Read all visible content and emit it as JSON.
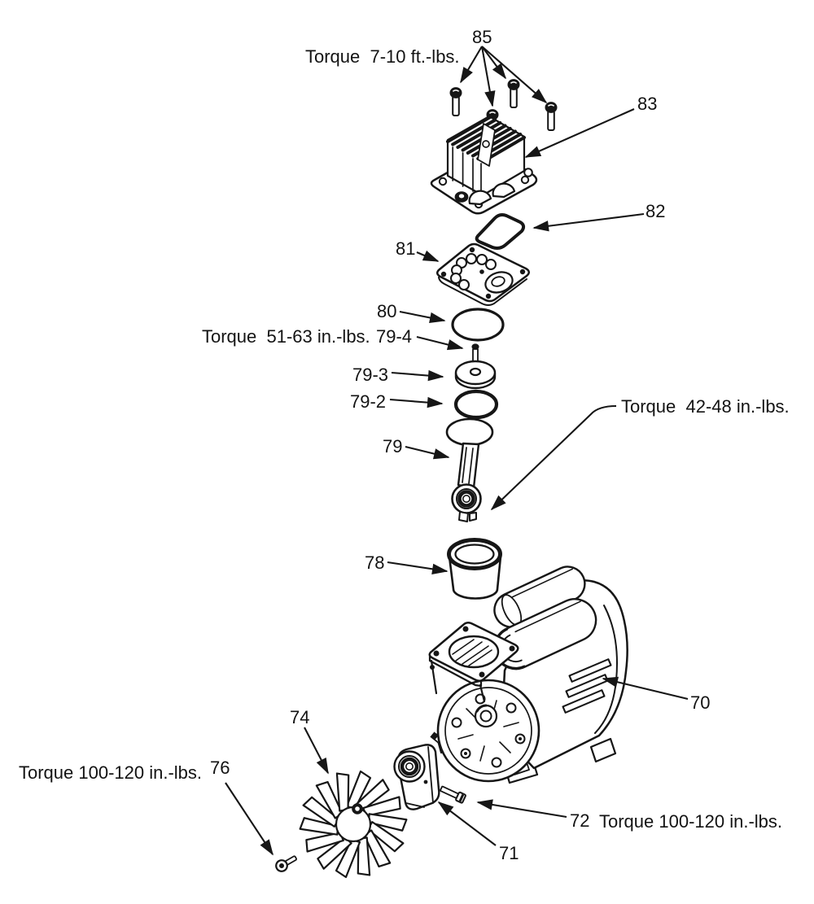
{
  "figure": {
    "colors": {
      "ink": "#161616",
      "paper": "#ffffff"
    }
  },
  "callouts": {
    "c85": "85",
    "c83": "83",
    "c82": "82",
    "c81": "81",
    "c80": "80",
    "c79_4": "79-4",
    "c79_3": "79-3",
    "c79_2": "79-2",
    "c79": "79",
    "c78": "78",
    "c70": "70",
    "c74": "74",
    "c76": "76",
    "c72": "72",
    "c71": "71"
  },
  "annotations": {
    "torque_head": "Torque  7-10 ft.-lbs.",
    "torque_valve": "Torque  51-63 in.-lbs.",
    "torque_rod": "Torque  42-48 in.-lbs.",
    "torque_fan": "Torque 100-120 in.-lbs.",
    "torque_eccentric": "Torque 100-120 in.-lbs."
  }
}
